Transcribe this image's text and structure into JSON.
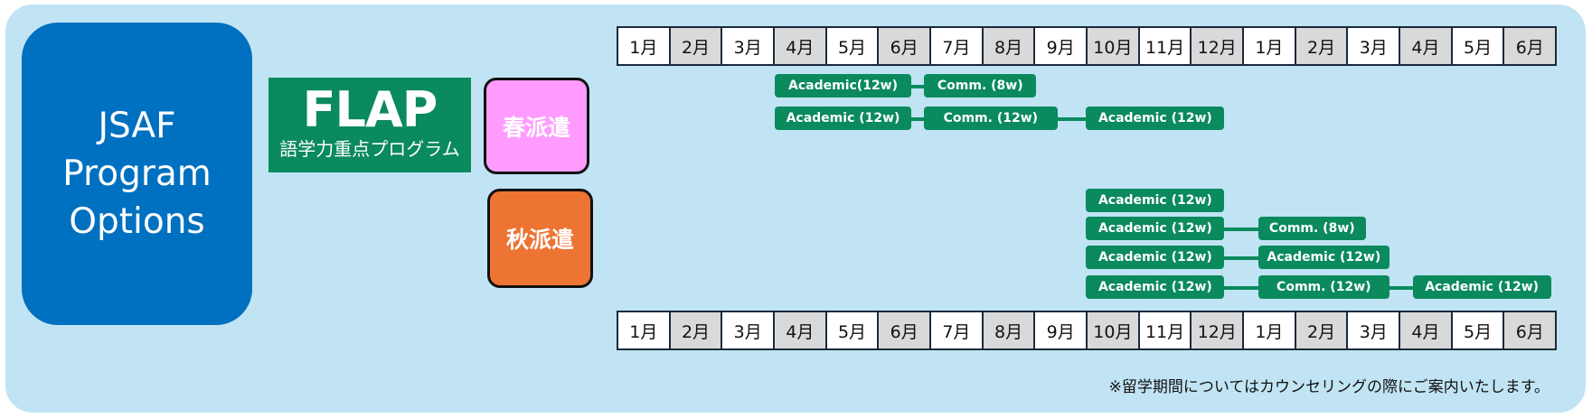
{
  "title": "JSAF\nProgram\nOptions",
  "flap": {
    "title": "FLAP",
    "subtitle": "語学力重点プログラム"
  },
  "spring_label": "春派遣",
  "autumn_label": "秋派遣",
  "months": [
    "1月",
    "2月",
    "3月",
    "4月",
    "5月",
    "6月",
    "7月",
    "8月",
    "9月",
    "10月",
    "11月",
    "12月",
    "1月",
    "2月",
    "3月",
    "4月",
    "5月",
    "6月"
  ],
  "shaded_months": [
    1,
    3,
    5,
    7,
    9,
    11,
    13,
    15,
    17
  ],
  "spring_rows": [
    [
      {
        "label": "Academic(12w)",
        "start": 3,
        "end": 5.6
      },
      {
        "label": "Comm. (8w)",
        "start": 5.85,
        "end": 8
      }
    ],
    [
      {
        "label": "Academic (12w)",
        "start": 3,
        "end": 5.6
      },
      {
        "label": "Comm. (12w)",
        "start": 5.85,
        "end": 8.4
      },
      {
        "label": "Academic (12w)",
        "start": 8.95,
        "end": 11.6
      }
    ]
  ],
  "autumn_rows": [
    [
      {
        "label": "Academic (12w)",
        "start": 8.95,
        "end": 11.6
      }
    ],
    [
      {
        "label": "Academic (12w)",
        "start": 8.95,
        "end": 11.6
      },
      {
        "label": "Comm. (8w)",
        "start": 12.25,
        "end": 14.3
      }
    ],
    [
      {
        "label": "Academic (12w)",
        "start": 8.95,
        "end": 11.6
      },
      {
        "label": "Academic (12w)",
        "start": 12.25,
        "end": 14.75
      }
    ],
    [
      {
        "label": "Academic (12w)",
        "start": 8.95,
        "end": 11.6
      },
      {
        "label": "Comm. (12w)",
        "start": 12.25,
        "end": 14.75
      },
      {
        "label": "Academic (12w)",
        "start": 15.2,
        "end": 17.85
      }
    ]
  ],
  "note": "※留学期間についてはカウンセリングの際にご案内いたします。",
  "colors": {
    "panel": "#c1e4f4",
    "jsaf": "#0070c0",
    "green": "#0a8a5d",
    "spring": "#ff9bff",
    "autumn": "#ed7432",
    "shade": "#d9d9d9"
  }
}
